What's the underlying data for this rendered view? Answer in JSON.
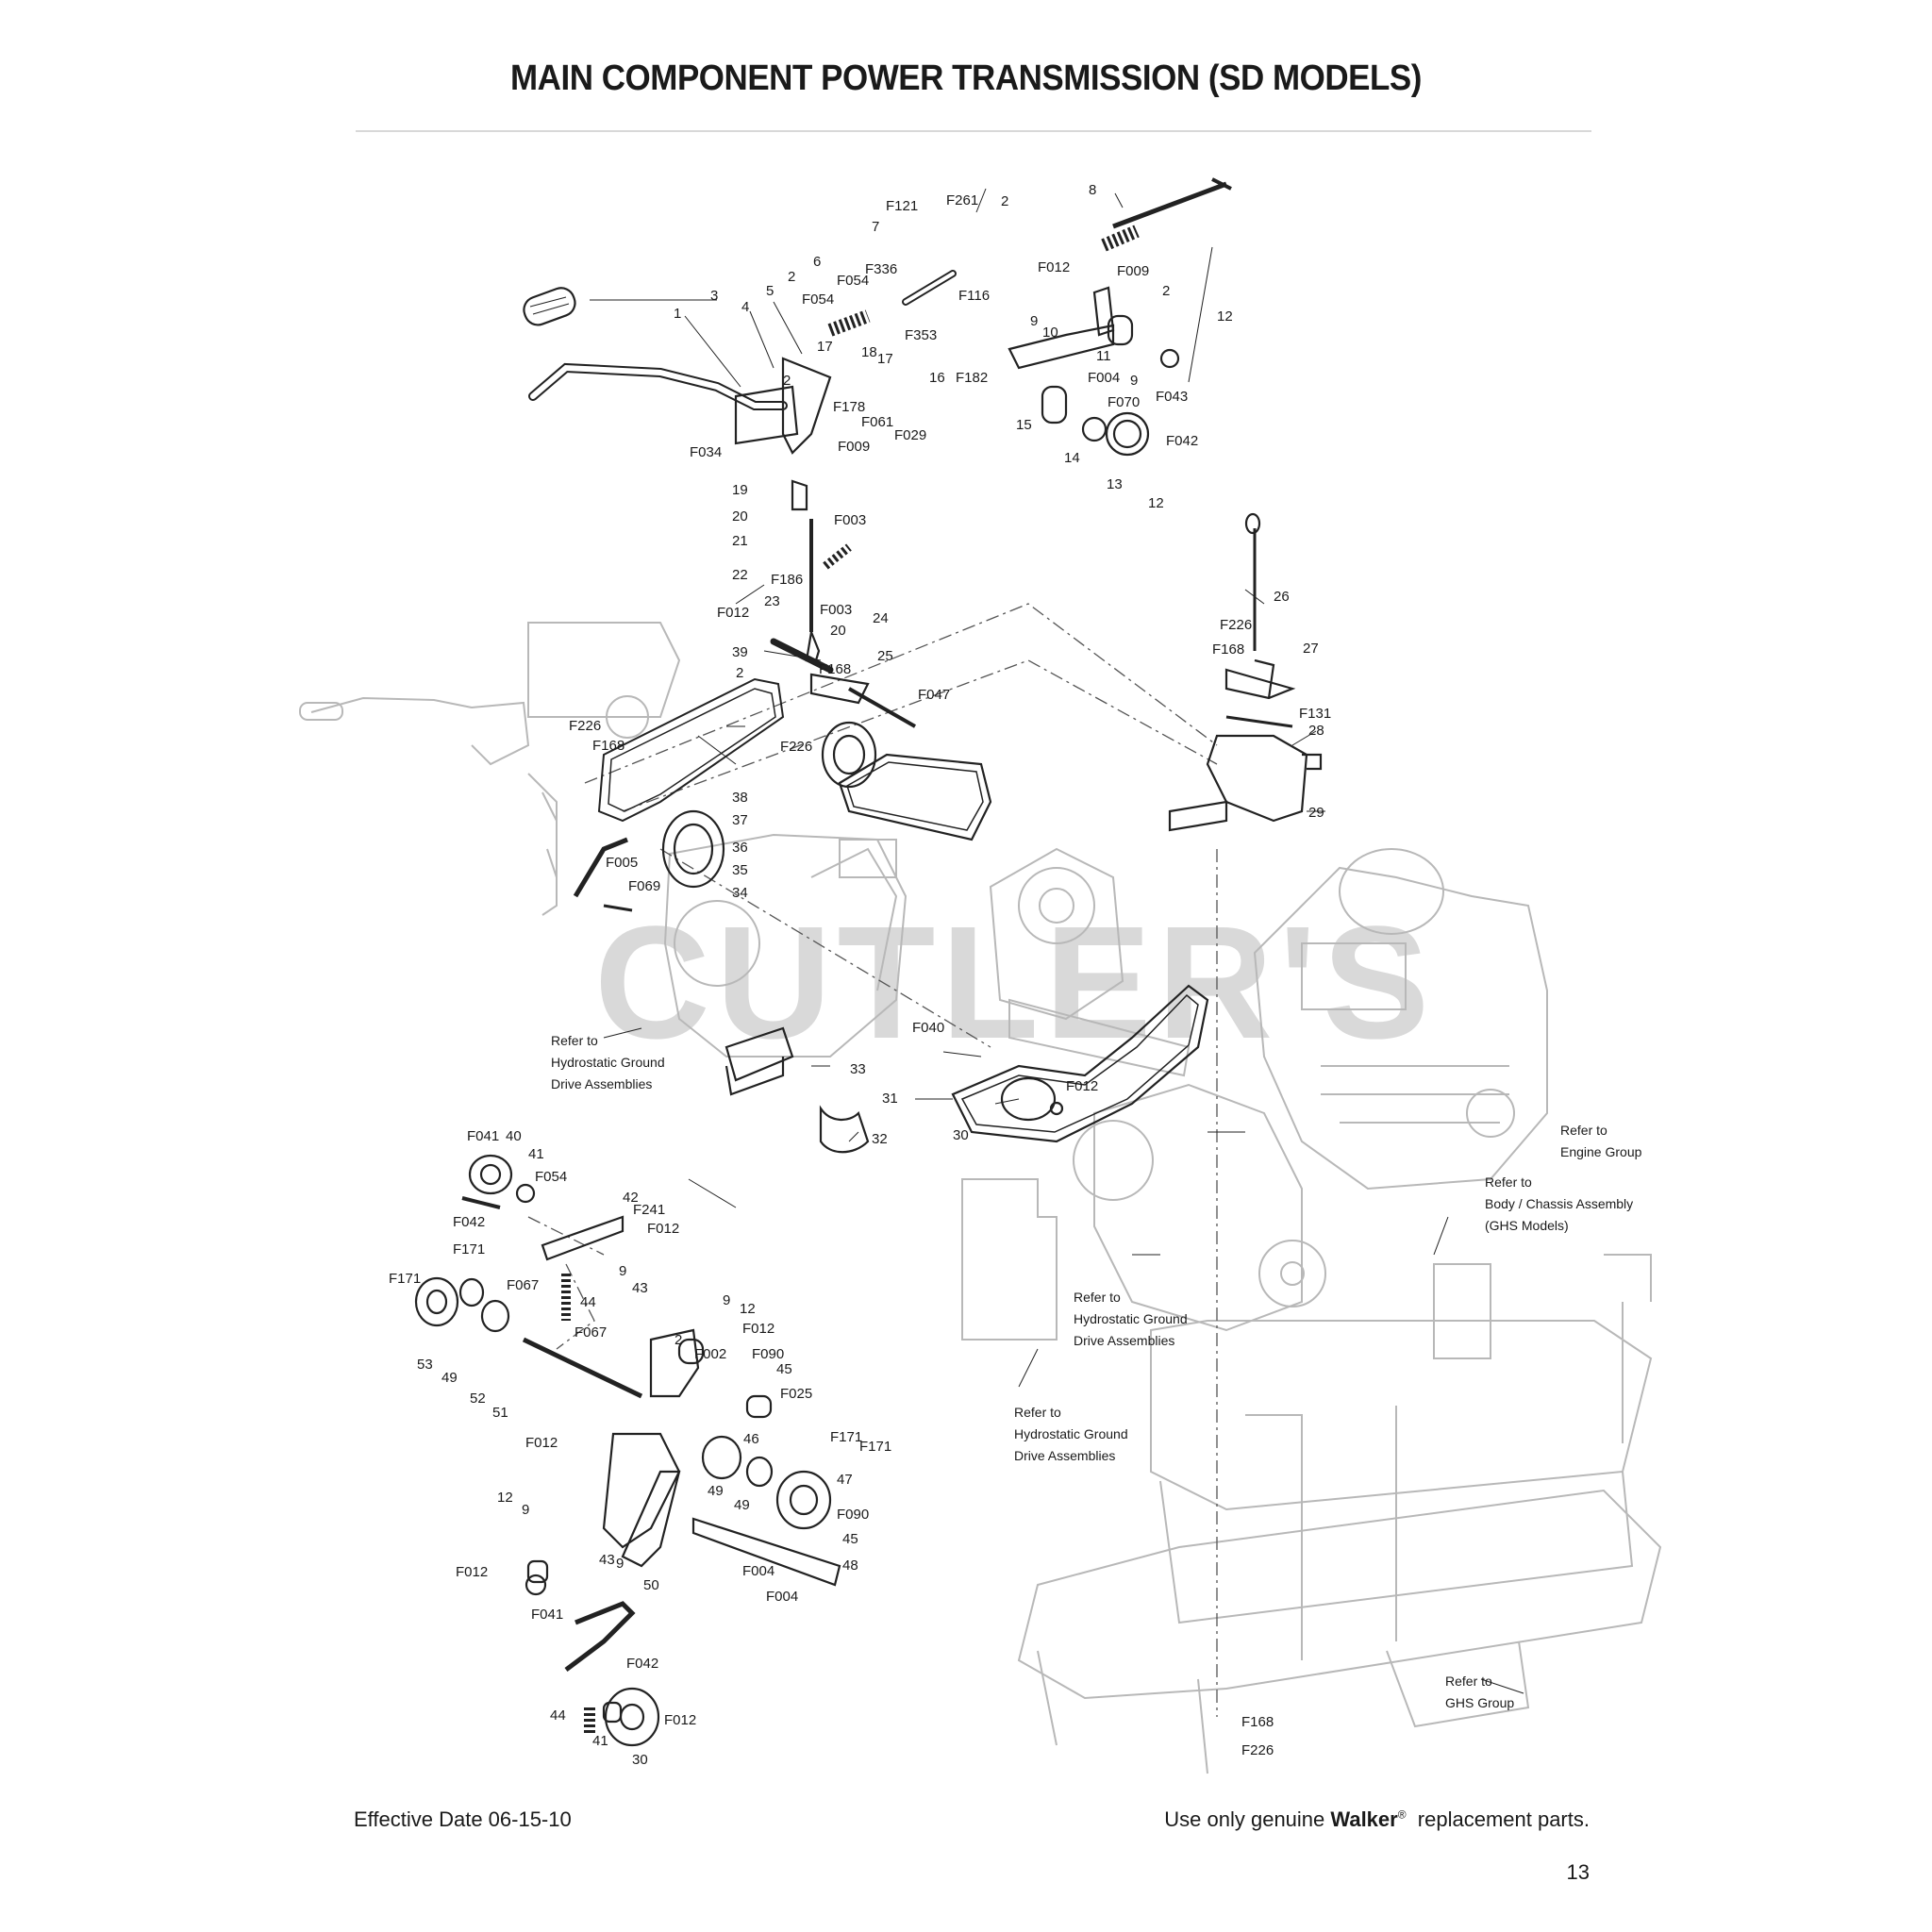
{
  "page": {
    "title": "MAIN COMPONENT POWER TRANSMISSION (SD MODELS)",
    "effective_date": "Effective Date 06-15-10",
    "footer_prefix": "Use only genuine ",
    "footer_brand": "Walker",
    "footer_reg": "®",
    "footer_suffix": "  replacement parts.",
    "page_number": "13",
    "watermark": "CUTLER'S"
  },
  "notes": {
    "hydro1": [
      "Refer to",
      "Hydrostatic Ground",
      "Drive Assemblies"
    ],
    "hydro2": [
      "Refer to",
      "Hydrostatic Ground",
      "Drive Assemblies"
    ],
    "hydro3": [
      "Refer to",
      "Hydrostatic Ground",
      "Drive Assemblies"
    ],
    "engine": [
      "Refer to",
      "Engine Group"
    ],
    "body": [
      "Refer to",
      "Body / Chassis Assembly",
      "(GHS Models)"
    ],
    "ghs": [
      "Refer to",
      "GHS Group"
    ]
  },
  "callouts": {
    "c1": "1",
    "c2": "2",
    "c3": "3",
    "c4": "4",
    "c5": "5",
    "c6": "6",
    "c7": "7",
    "c8": "8",
    "c9": "9",
    "c10": "10",
    "c11": "11",
    "c12": "12",
    "c13": "13",
    "c14": "14",
    "c15": "15",
    "c16": "16",
    "c17": "17",
    "c18": "18",
    "c19": "19",
    "c20": "20",
    "c21": "21",
    "c22": "22",
    "c23": "23",
    "c24": "24",
    "c25": "25",
    "c26": "26",
    "c27": "27",
    "c28": "28",
    "c29": "29",
    "c30": "30",
    "c31": "31",
    "c32": "32",
    "c33": "33",
    "c34": "34",
    "c35": "35",
    "c36": "36",
    "c37": "37",
    "c38": "38",
    "c39": "39",
    "c40": "40",
    "c41": "41",
    "c42": "42",
    "c43": "43",
    "c44": "44",
    "c45": "45",
    "c46": "46",
    "c47": "47",
    "c48": "48",
    "c49": "49",
    "c50": "50",
    "c51": "51",
    "c52": "52",
    "c53": "53",
    "F002": "F002",
    "F003": "F003",
    "F004": "F004",
    "F005": "F005",
    "F009": "F009",
    "F012": "F012",
    "F025": "F025",
    "F029": "F029",
    "F034": "F034",
    "F040": "F040",
    "F041": "F041",
    "F042": "F042",
    "F043": "F043",
    "F047": "F047",
    "F054": "F054",
    "F061": "F061",
    "F067": "F067",
    "F069": "F069",
    "F070": "F070",
    "F090": "F090",
    "F116": "F116",
    "F121": "F121",
    "F131": "F131",
    "F168": "F168",
    "F171": "F171",
    "F178": "F178",
    "F182": "F182",
    "F186": "F186",
    "F226": "F226",
    "F241": "F241",
    "F261": "F261",
    "F336": "F336",
    "F353": "F353"
  }
}
